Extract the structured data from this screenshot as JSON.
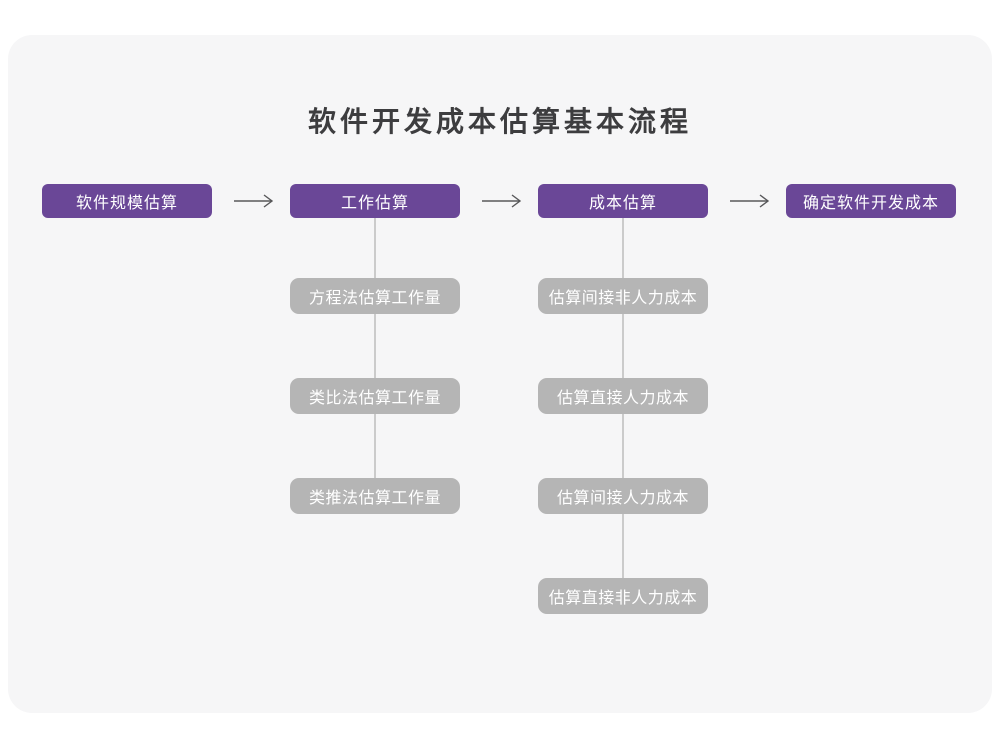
{
  "page": {
    "title": "软件开发成本估算基本流程"
  },
  "colors": {
    "page_bg": "#ffffff",
    "card_bg": "#f6f6f7",
    "stage_box": "#6a4797",
    "substep_box": "#b5b5b5",
    "connector_line": "#cbcbcb",
    "arrow": "#58585a",
    "title_text": "#3d3d3f",
    "box_text": "#ffffff"
  },
  "flow": {
    "stages": [
      {
        "label": "软件规模估算",
        "substeps": []
      },
      {
        "label": "工作估算",
        "substeps": [
          "方程法估算工作量",
          "类比法估算工作量",
          "类推法估算工作量"
        ]
      },
      {
        "label": "成本估算",
        "substeps": [
          "估算间接非人力成本",
          "估算直接人力成本",
          "估算间接人力成本",
          "估算直接非人力成本"
        ]
      },
      {
        "label": "确定软件开发成本",
        "substeps": []
      }
    ]
  }
}
